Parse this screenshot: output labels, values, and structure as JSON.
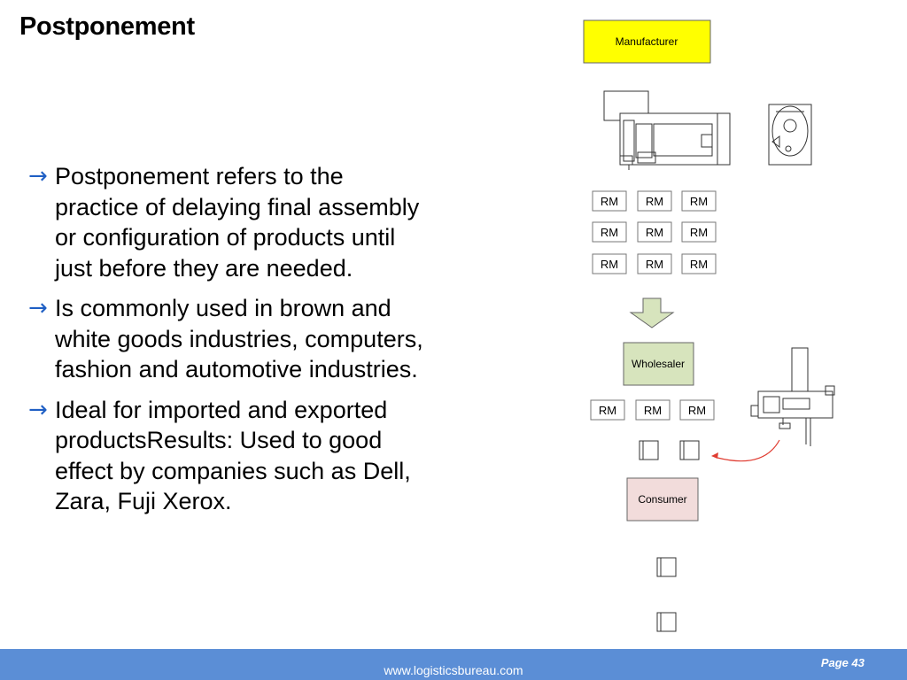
{
  "slide": {
    "title": "Postponement"
  },
  "bullets": [
    {
      "icon": "arrow-right-icon",
      "text": "Postponement refers to the practice of delaying final assembly or configuration of products until just before they are needed."
    },
    {
      "icon": "arrow-right-icon",
      "text": "Is commonly used in brown and white goods industries, computers, fashion and automotive industries."
    },
    {
      "icon": "arrow-right-icon",
      "text": "Ideal for imported and exported productsResults: Used to good effect by companies such as Dell, Zara, Fuji Xerox."
    }
  ],
  "diagram": {
    "manufacturer": "Manufacturer",
    "wholesaler": "Wholesaler",
    "consumer": "Consumer",
    "rm_label": "RM",
    "colors": {
      "manufacturer_fill": "#ffff00",
      "wholesaler_fill": "#d7e4bd",
      "consumer_fill": "#f2dcdb",
      "arrow_fill": "#d7e4bd",
      "curve_stroke": "#e03c31"
    }
  },
  "footer": {
    "url": "www.logisticsbureau.com",
    "page": "Page 43",
    "bar_color": "#5b8ed6"
  }
}
